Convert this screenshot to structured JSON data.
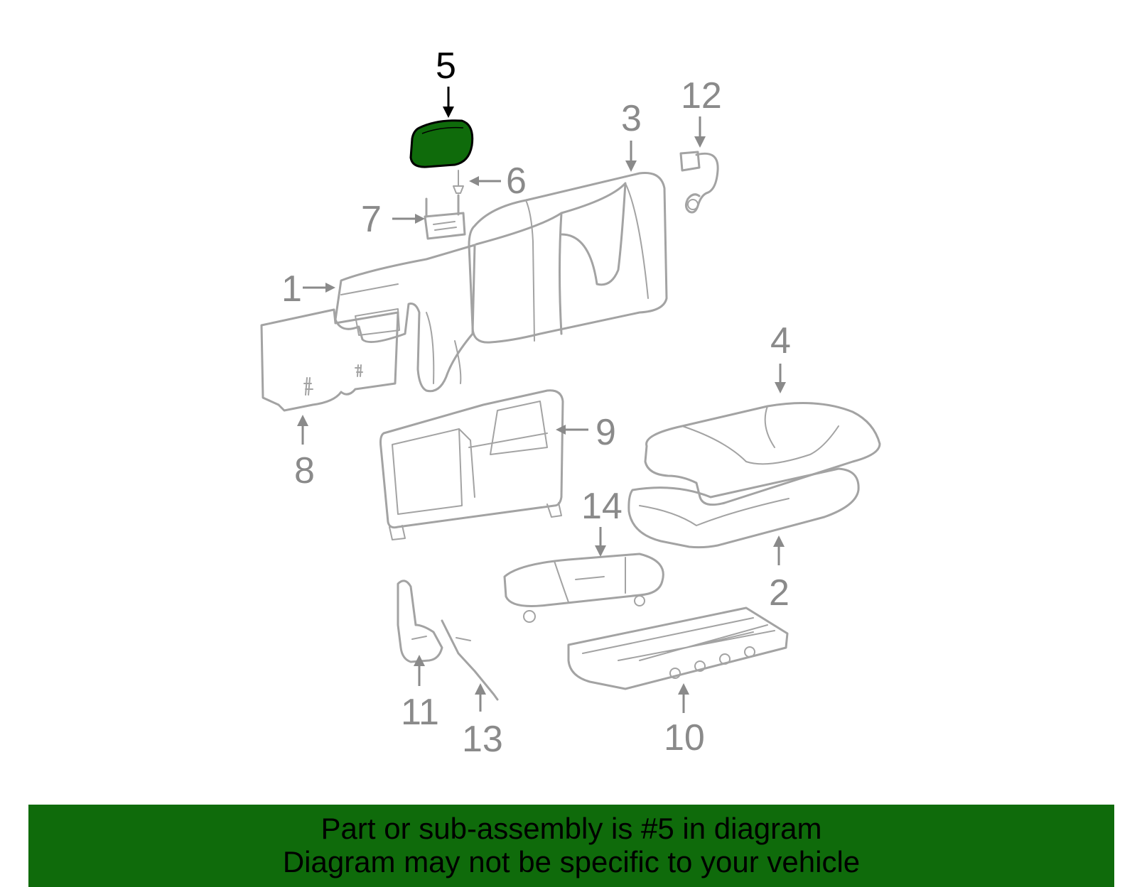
{
  "highlight_color": "#0f6b0b",
  "callouts": [
    {
      "id": "5",
      "label": "5",
      "highlighted": true
    },
    {
      "id": "6",
      "label": "6",
      "highlighted": false
    },
    {
      "id": "7",
      "label": "7",
      "highlighted": false
    },
    {
      "id": "3",
      "label": "3",
      "highlighted": false
    },
    {
      "id": "12",
      "label": "12",
      "highlighted": false
    },
    {
      "id": "1",
      "label": "1",
      "highlighted": false
    },
    {
      "id": "8",
      "label": "8",
      "highlighted": false
    },
    {
      "id": "9",
      "label": "9",
      "highlighted": false
    },
    {
      "id": "4",
      "label": "4",
      "highlighted": false
    },
    {
      "id": "14",
      "label": "14",
      "highlighted": false
    },
    {
      "id": "2",
      "label": "2",
      "highlighted": false
    },
    {
      "id": "11",
      "label": "11",
      "highlighted": false
    },
    {
      "id": "13",
      "label": "13",
      "highlighted": false
    },
    {
      "id": "10",
      "label": "10",
      "highlighted": false
    }
  ],
  "banner": {
    "line1": "Part or sub-assembly is #5 in diagram",
    "line2": "Diagram may not be specific to your vehicle"
  }
}
